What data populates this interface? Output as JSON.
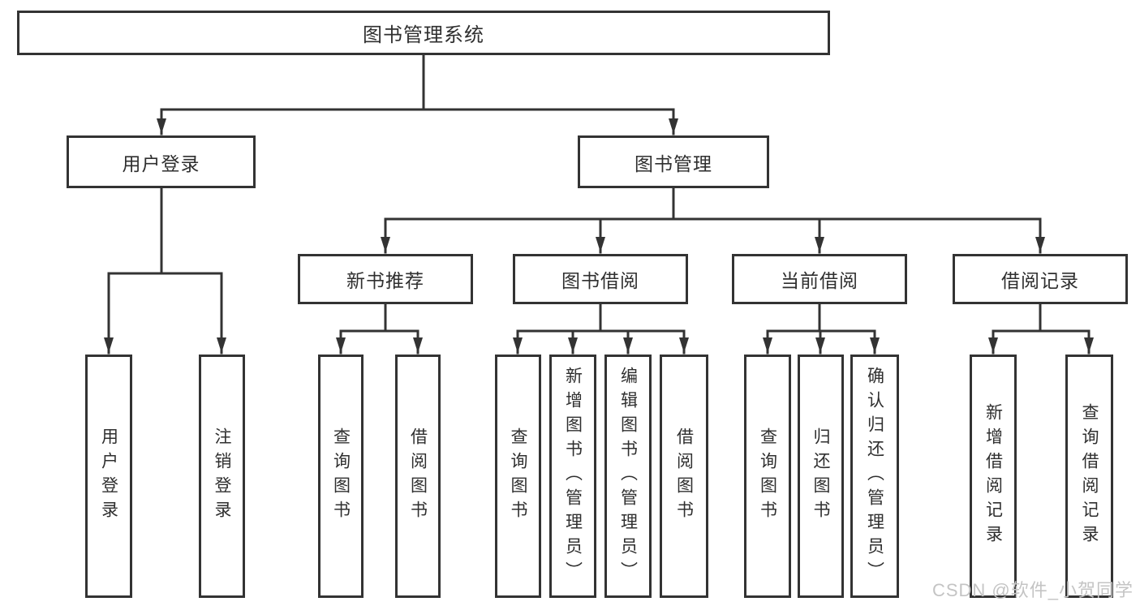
{
  "diagram": {
    "root": "图书管理系统",
    "branches": [
      {
        "label": "用户登录",
        "leaves": [
          "用户登录",
          "注销登录"
        ]
      },
      {
        "label": "图书管理",
        "groups": [
          {
            "label": "新书推荐",
            "leaves": [
              "查询图书",
              "借阅图书"
            ]
          },
          {
            "label": "图书借阅",
            "leaves": [
              "查询图书",
              "新增图书（管理员）",
              "编辑图书（管理员）",
              "借阅图书"
            ]
          },
          {
            "label": "当前借阅",
            "leaves": [
              "查询图书",
              "归还图书",
              "确认归还（管理员）"
            ]
          },
          {
            "label": "借阅记录",
            "leaves": [
              "新增借阅记录",
              "查询借阅记录"
            ]
          }
        ]
      }
    ]
  },
  "watermark": {
    "text": "CSDN @软件_小贺同学"
  },
  "colors": {
    "line": "#333333",
    "text": "#2f2f2f",
    "background": "#ffffff",
    "watermark": "#c4c4c4"
  }
}
